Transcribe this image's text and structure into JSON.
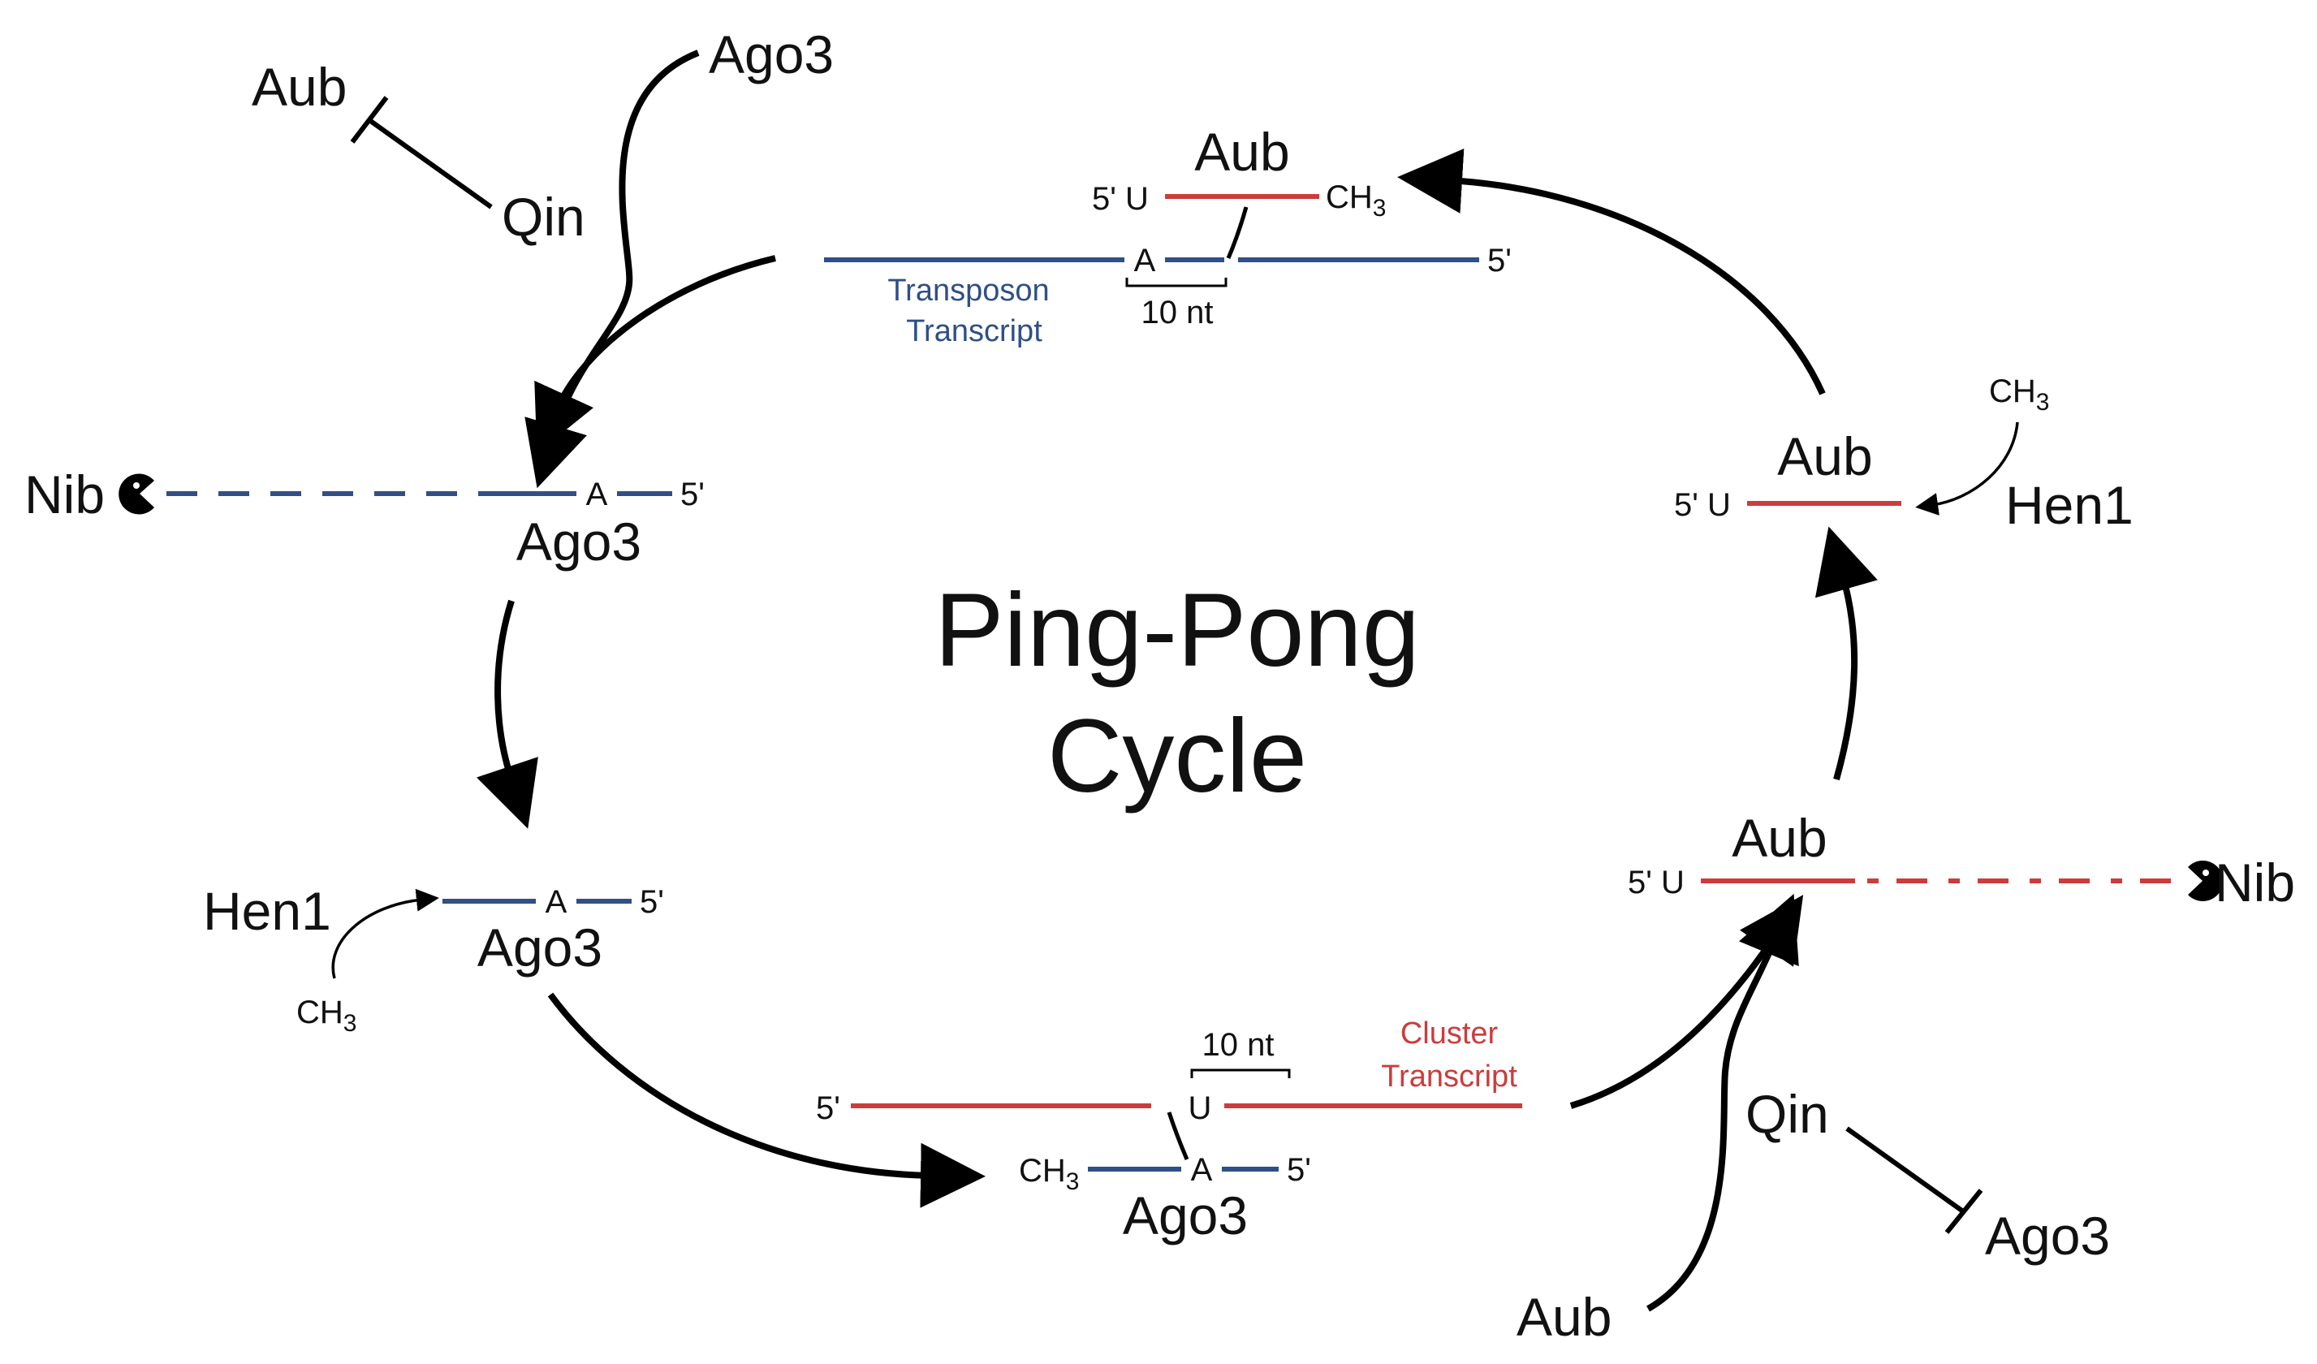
{
  "diagram": {
    "title_line1": "Ping-Pong",
    "title_line2": "Cycle",
    "colors": {
      "transposon_strand": "#2f4f86",
      "cluster_strand": "#cc3c3c",
      "ink": "#000000"
    },
    "labels": {
      "aub": "Aub",
      "ago3": "Ago3",
      "qin": "Qin",
      "nib": "Nib",
      "hen1": "Hen1",
      "ch3": "CH",
      "ch3_sub": "3",
      "five_prime": "5'",
      "five_prime_u": "5' U",
      "nuc_a": "A",
      "nuc_u": "U",
      "ten_nt": "10 nt",
      "transposon_transcript_line1": "Transposon",
      "transposon_transcript_line2": "Transcript",
      "cluster_transcript_line1": "Cluster",
      "cluster_transcript_line2": "Transcript"
    },
    "icons": {
      "nibbler": "pacman-nuclease-icon"
    }
  }
}
